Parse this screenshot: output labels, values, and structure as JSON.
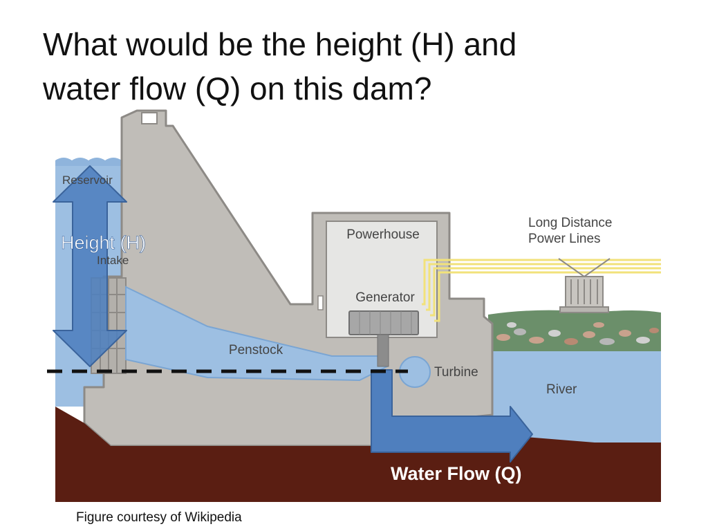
{
  "title": {
    "line1": "What would be the height (H) and",
    "line2": "water flow (Q) on  this dam?"
  },
  "diagram": {
    "labels": {
      "reservoir": "Reservoir",
      "intake": "Intake",
      "powerhouse": "Powerhouse",
      "generator": "Generator",
      "penstock": "Penstock",
      "turbine": "Turbine",
      "river": "River",
      "power_lines": [
        "Long Distance",
        "Power Lines"
      ]
    },
    "annotations": {
      "height": "Height (H)",
      "water_flow": "Water Flow (Q)"
    }
  },
  "caption": "Figure courtesy of Wikipedia",
  "colors": {
    "water": "#9dbfe2",
    "water_dark": "#7aa5d3",
    "concrete": "#c0bdb8",
    "concrete_edge": "#8d8a86",
    "ground": "#5a1e12",
    "arrow_fill": "#4f7fbe",
    "arrow_edge": "#3a639b",
    "powerhouse_interior": "#e6e6e4",
    "power_line": "#f2e27a"
  }
}
